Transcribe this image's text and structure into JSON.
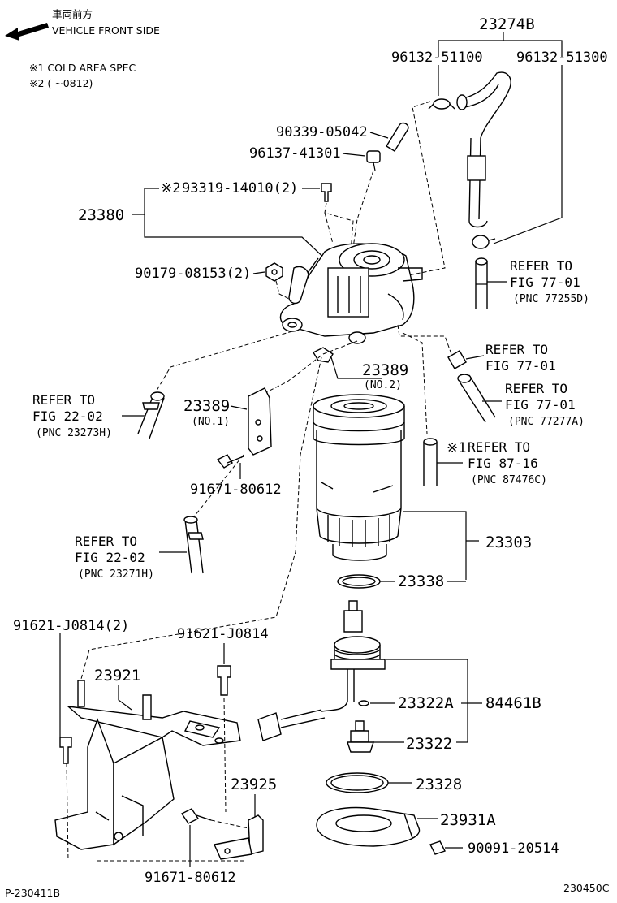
{
  "header": {
    "front_jp": "車両前方",
    "front_en": "VEHICLE FRONT SIDE",
    "note1": "※1 COLD AREA SPEC",
    "note2": "※2 (     ~0812)"
  },
  "labels": {
    "p23274B": "23274B",
    "p96132_51100": "96132-51100",
    "p96132_51300": "96132-51300",
    "p90339_05042": "90339-05042",
    "p96137_41301": "96137-41301",
    "p93319": "93319-14010(2)",
    "mark2": "※2",
    "p23380": "23380",
    "p90179": "90179-08153(2)",
    "p23389a": "23389",
    "p23389a_sub": "(NO.2)",
    "p23389b": "23389",
    "p23389b_sub": "(NO.1)",
    "p91671_a": "91671-80612",
    "p23303": "23303",
    "p23338": "23338",
    "p91621_2": "91621-J0814(2)",
    "p91621": "91621-J0814",
    "p23921": "23921",
    "p23322A": "23322A",
    "p84461B": "84461B",
    "p23322": "23322",
    "p23925": "23925",
    "p23328": "23328",
    "p23931A": "23931A",
    "p90091": "90091-20514",
    "p91671_b": "91671-80612",
    "mark1": "※1"
  },
  "refs": {
    "r1": {
      "l1": "REFER TO",
      "l2": "FIG 77-01",
      "l3": "(PNC 77255D)"
    },
    "r2": {
      "l1": "REFER TO",
      "l2": "FIG 77-01"
    },
    "r3": {
      "l1": "REFER TO",
      "l2": "FIG 77-01",
      "l3": "(PNC 77277A)"
    },
    "r4": {
      "l1": "REFER TO",
      "l2": "FIG 87-16",
      "l3": "(PNC 87476C)"
    },
    "r5": {
      "l1": "REFER TO",
      "l2": "FIG 22-02",
      "l3": "(PNC 23273H)"
    },
    "r6": {
      "l1": "REFER TO",
      "l2": "FIG 22-02",
      "l3": "(PNC 23271H)"
    }
  },
  "footer": {
    "left": "P-230411B",
    "right": "230450C"
  }
}
